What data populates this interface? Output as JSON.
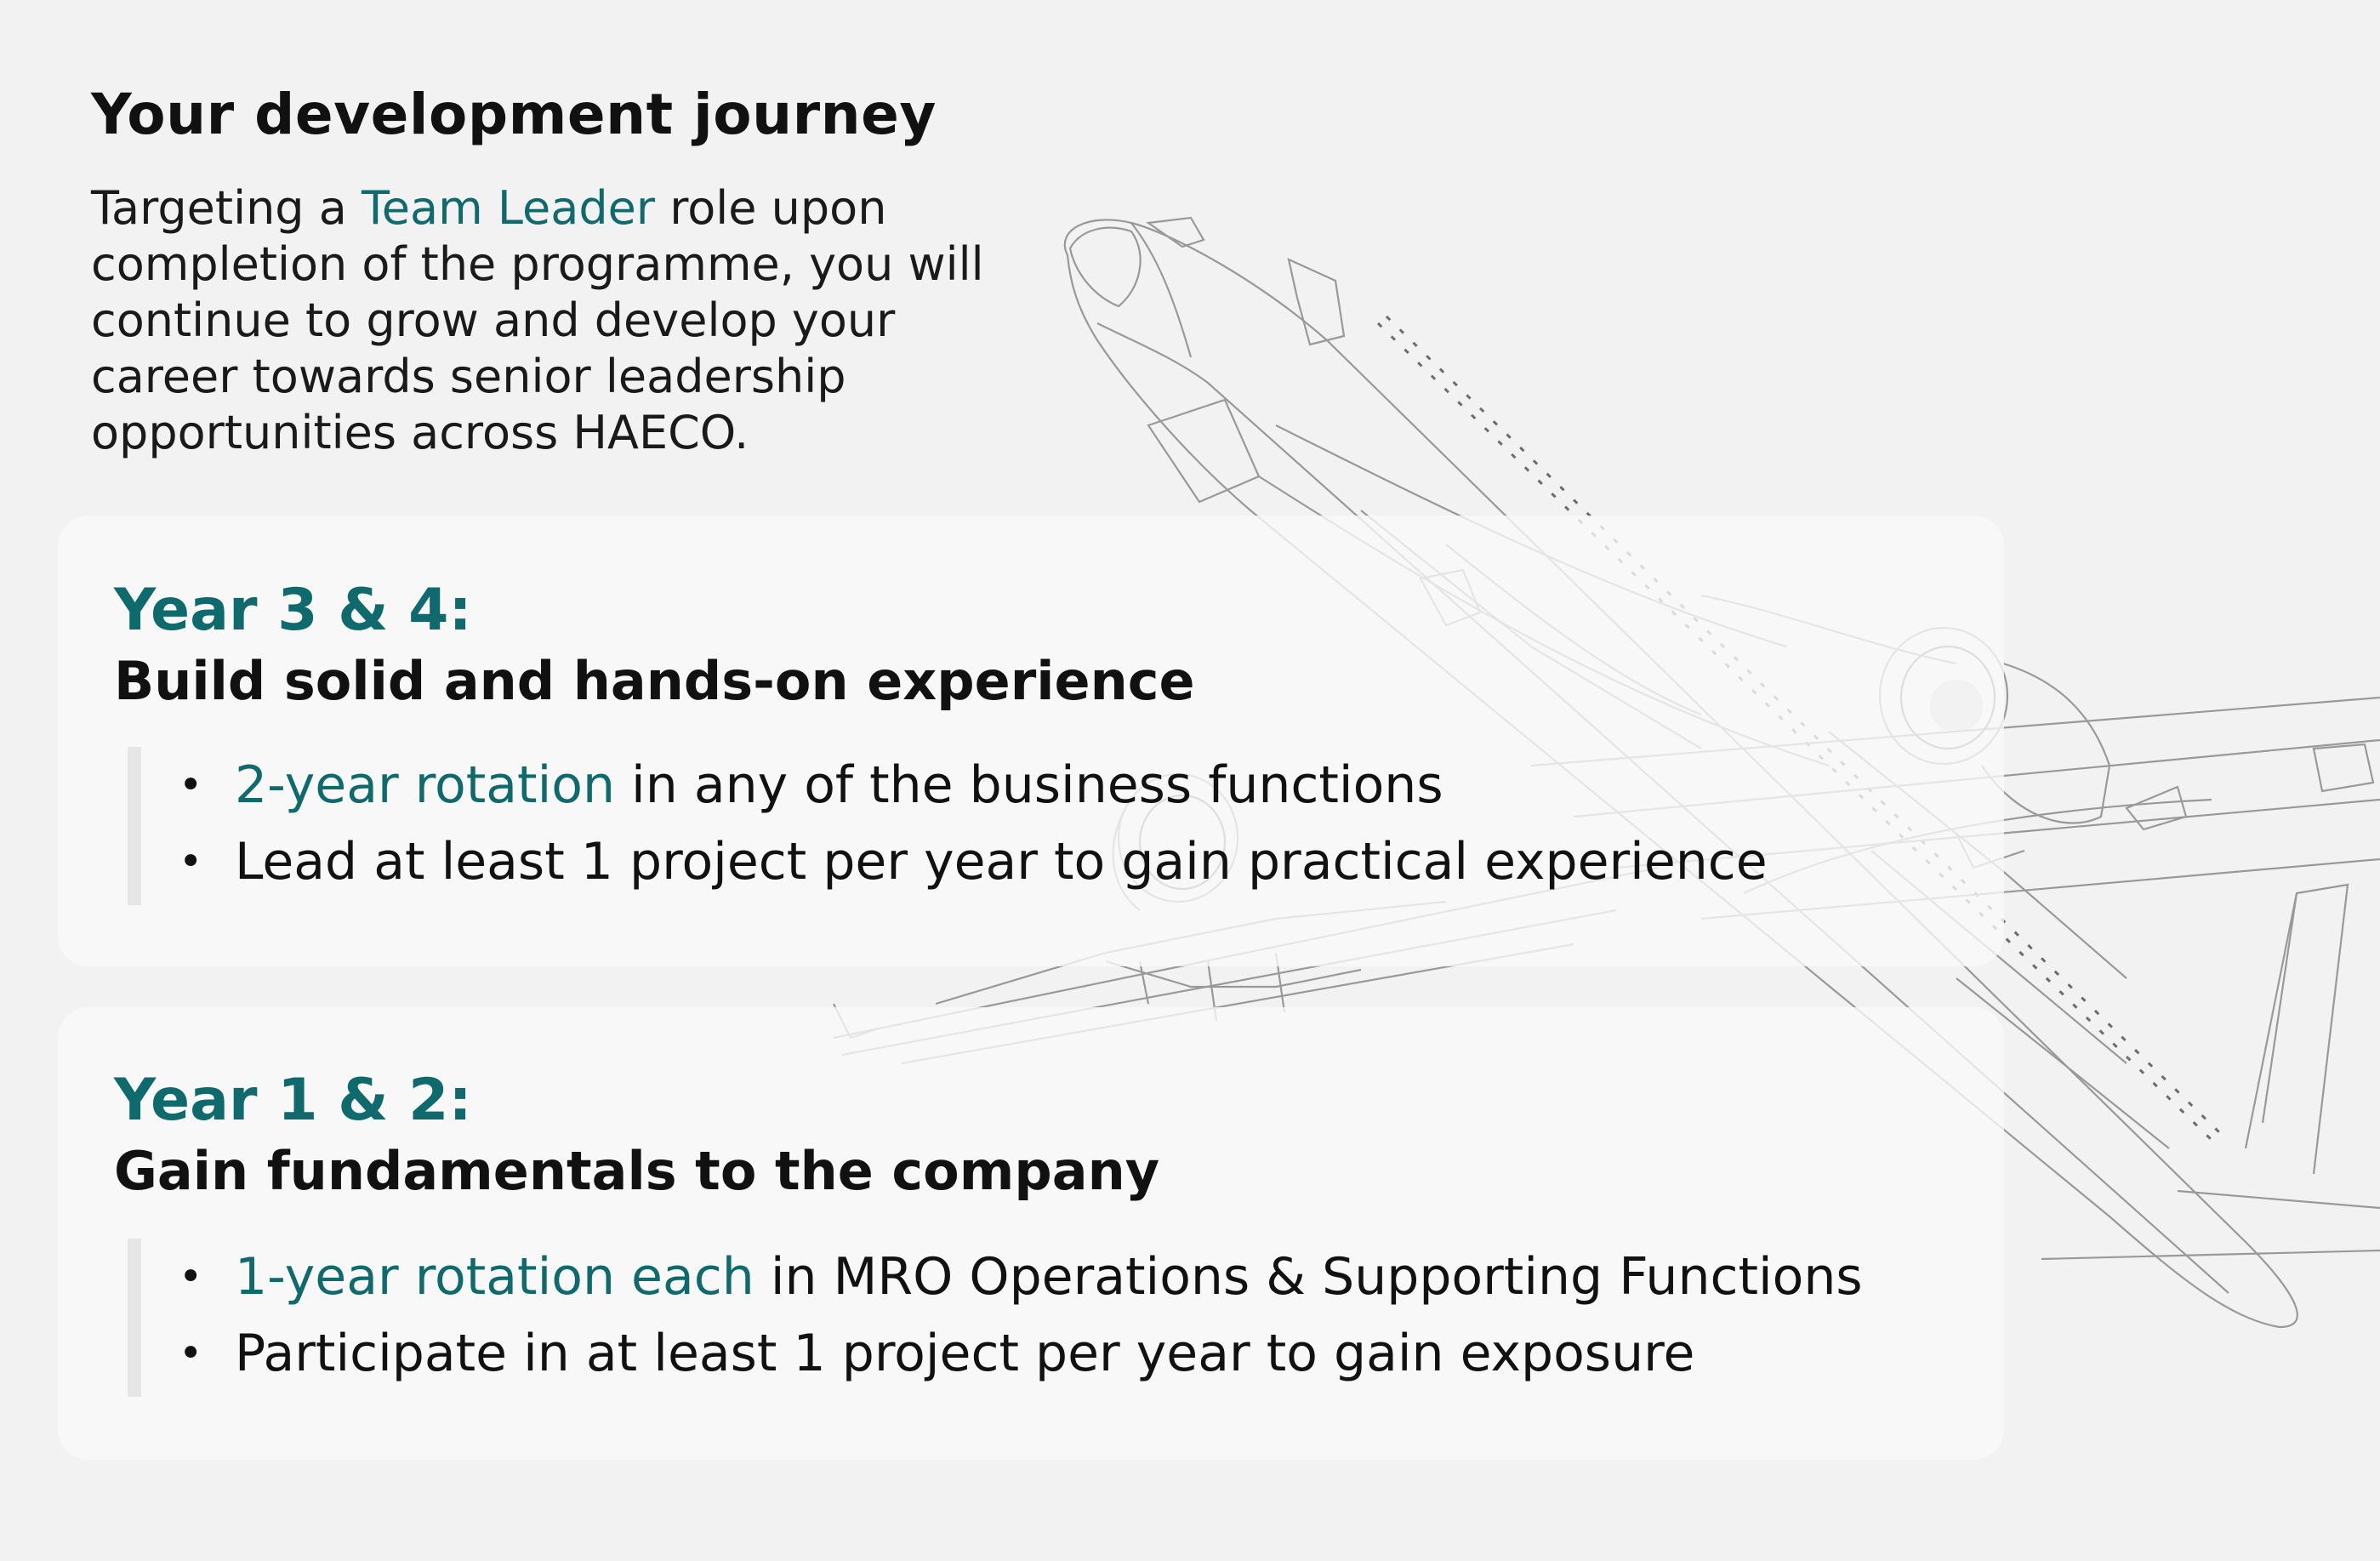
{
  "header": {
    "title": "Your development journey",
    "intro_pre": "Targeting a ",
    "intro_accent": "Team Leader",
    "intro_post": " role upon completion of the programme, you will continue to grow and develop your career towards senior leadership opportunities across HAECO."
  },
  "cards": [
    {
      "year": "Year 3 & 4:",
      "heading": "Build solid and hands-on experience",
      "bullets": [
        {
          "accent": "2-year rotation",
          "rest": " in any of the business functions"
        },
        {
          "accent": "",
          "rest": "Lead at least 1 project per year to gain practical experience"
        }
      ]
    },
    {
      "year": "Year 1 & 2:",
      "heading": "Gain fundamentals to the company",
      "bullets": [
        {
          "accent": "1-year rotation each",
          "rest": " in MRO Operations & Supporting Functions"
        },
        {
          "accent": "",
          "rest": "Participate in at least 1 project per year to gain exposure"
        }
      ]
    }
  ],
  "colors": {
    "accent": "#0f6a6d",
    "background": "#f2f2f2",
    "card": "#fafafa"
  },
  "icons": {
    "bullet": "•",
    "illustration": "airplane-wireframe-icon"
  }
}
